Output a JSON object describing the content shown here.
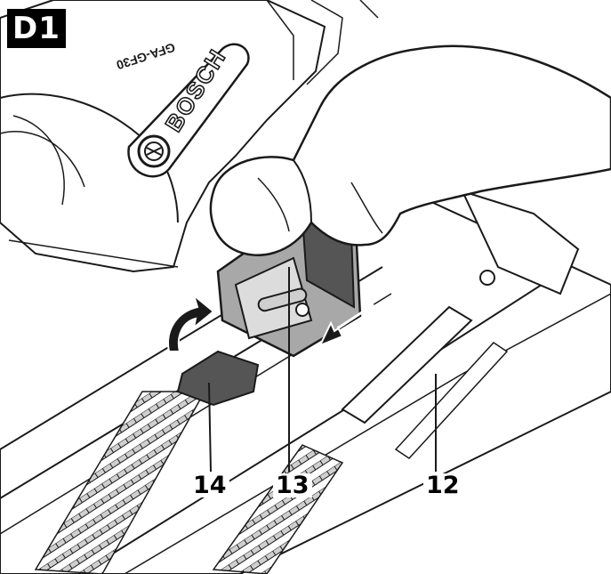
{
  "figure": {
    "badge": "D1",
    "brand_logo": "BOSCH",
    "model_text": "GFA-GF30",
    "callouts": [
      {
        "id": "14"
      },
      {
        "id": "13"
      },
      {
        "id": "12"
      }
    ]
  },
  "colors": {
    "line": "#1a1a1a",
    "metal_gray": "#a8a8a8",
    "dark_gray": "#555555",
    "light_gray": "#dcdcdc",
    "background": "#ffffff"
  }
}
